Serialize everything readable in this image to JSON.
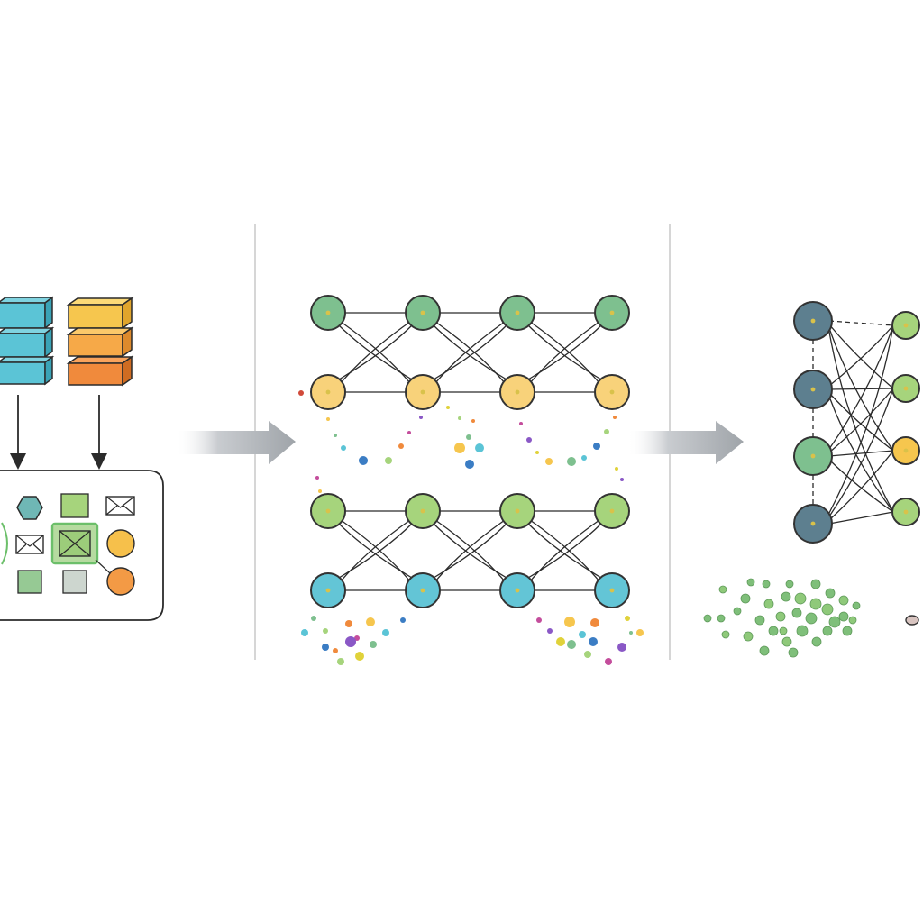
{
  "colors": {
    "background": "#ffffff",
    "teal": "#5bc4d6",
    "teal_dark": "#3aa3b6",
    "yellow": "#f6c64e",
    "orange": "#f08a3c",
    "green_light": "#a6d47c",
    "green_mid": "#7ec08f",
    "green_soft": "#b7d99a",
    "node_yellow": "#f8d27a",
    "node_teal": "#63c5d6",
    "slate": "#5d7f8f",
    "gray_box": "#cdd6cf",
    "divider": "#d3d3d3",
    "arrow": "#a7acb1",
    "edge": "#2b2b2b"
  },
  "icons": {
    "left_arrows": "down-arrow-icon",
    "transition_arrows": "right-arrow-icon",
    "envelope": "envelope-icon",
    "hexagon": "hexagon-icon"
  },
  "networks": {
    "middle_top": {
      "top_row_color": "green_mid",
      "bottom_row_color": "node_yellow"
    },
    "middle_bottom": {
      "top_row_color": "green_light",
      "bottom_row_color": "node_teal"
    },
    "right": {
      "left_column_colors": [
        "slate",
        "slate",
        "green_mid",
        "slate"
      ],
      "right_column_colors": [
        "green_light",
        "green_light",
        "yellow",
        "green_light"
      ]
    }
  }
}
